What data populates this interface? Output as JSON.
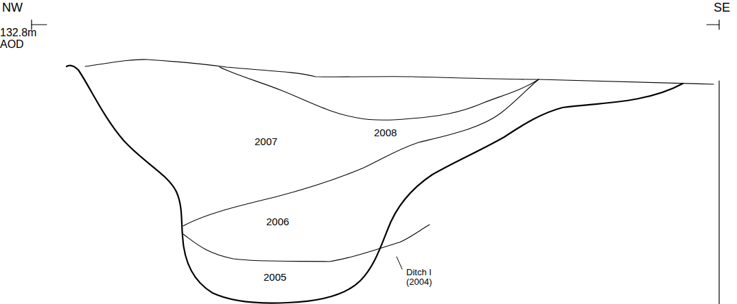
{
  "diagram": {
    "labels": [
      "NW",
      "SE",
      "132.8m AOD",
      "2008",
      "2007",
      "2006",
      "2005",
      "Ditch I (2004)"
    ]
  }
}
